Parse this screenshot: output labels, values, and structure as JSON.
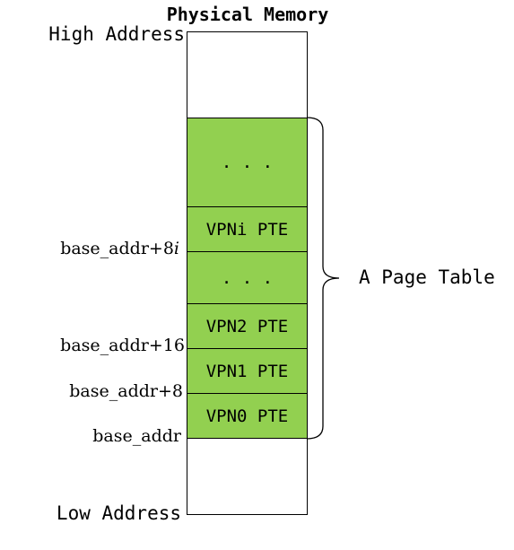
{
  "title": "Physical Memory",
  "high_address_label": "High Address",
  "low_address_label": "Low Address",
  "page_table_label": "A Page Table",
  "colors": {
    "entry_fill": "#92d050",
    "line": "#000000",
    "background": "#ffffff"
  },
  "entries": [
    {
      "text": ". . .",
      "address_label": ""
    },
    {
      "text": "VPNi PTE",
      "address_label": ""
    },
    {
      "text": ". . .",
      "address_label": "base_addr+8"
    },
    {
      "text": "VPN2 PTE",
      "address_label": ""
    },
    {
      "text": "VPN1 PTE",
      "address_label": "base_addr+16"
    },
    {
      "text": "VPN0 PTE",
      "address_label": "base_addr+8"
    }
  ],
  "base_addr_i_suffix": "i",
  "base_addr_label": "base_addr"
}
